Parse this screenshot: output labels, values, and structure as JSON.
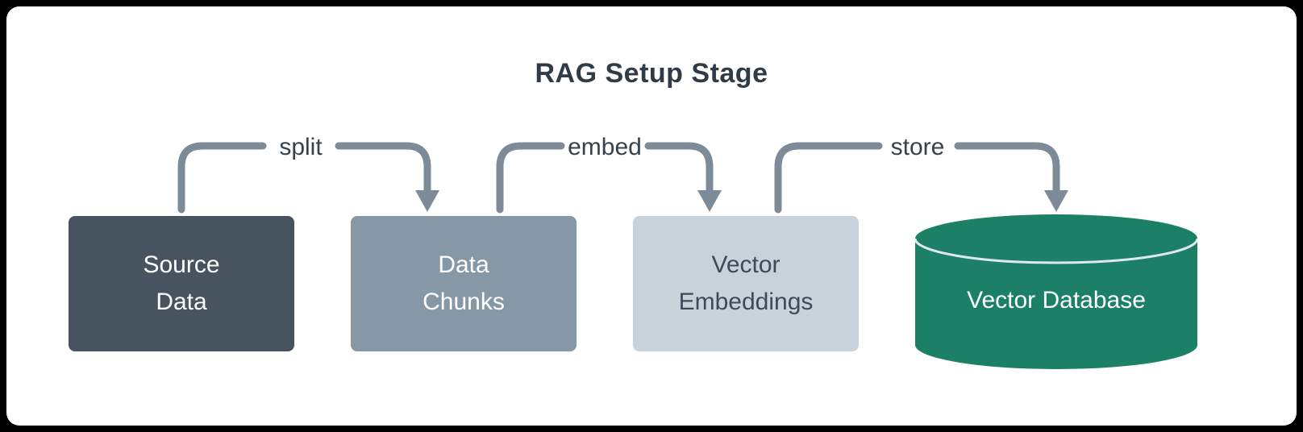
{
  "title": "RAG Setup Stage",
  "colors": {
    "frame_bg": "#000000",
    "canvas_bg": "#ffffff",
    "title": "#2f3b47",
    "arrow": "#7d8b99",
    "edge_label": "#35424e",
    "cylinder_rim": "#dfe7ea"
  },
  "nodes": [
    {
      "name": "source-data",
      "shape": "rect",
      "lines": [
        "Source",
        "Data"
      ],
      "fill": "#47545f",
      "text_color": "#ffffff"
    },
    {
      "name": "data-chunks",
      "shape": "rect",
      "lines": [
        "Data",
        "Chunks"
      ],
      "fill": "#8697a6",
      "text_color": "#ffffff"
    },
    {
      "name": "vector-embeddings",
      "shape": "rect",
      "lines": [
        "Vector",
        "Embeddings"
      ],
      "fill": "#c8d2da",
      "text_color": "#3d4a57"
    },
    {
      "name": "vector-database",
      "shape": "cylinder",
      "lines": [
        "Vector Database"
      ],
      "fill": "#1b8066",
      "text_color": "#ffffff"
    }
  ],
  "edges": [
    {
      "from": "source-data",
      "to": "data-chunks",
      "label": "split"
    },
    {
      "from": "data-chunks",
      "to": "vector-embeddings",
      "label": "embed"
    },
    {
      "from": "vector-embeddings",
      "to": "vector-database",
      "label": "store"
    }
  ]
}
